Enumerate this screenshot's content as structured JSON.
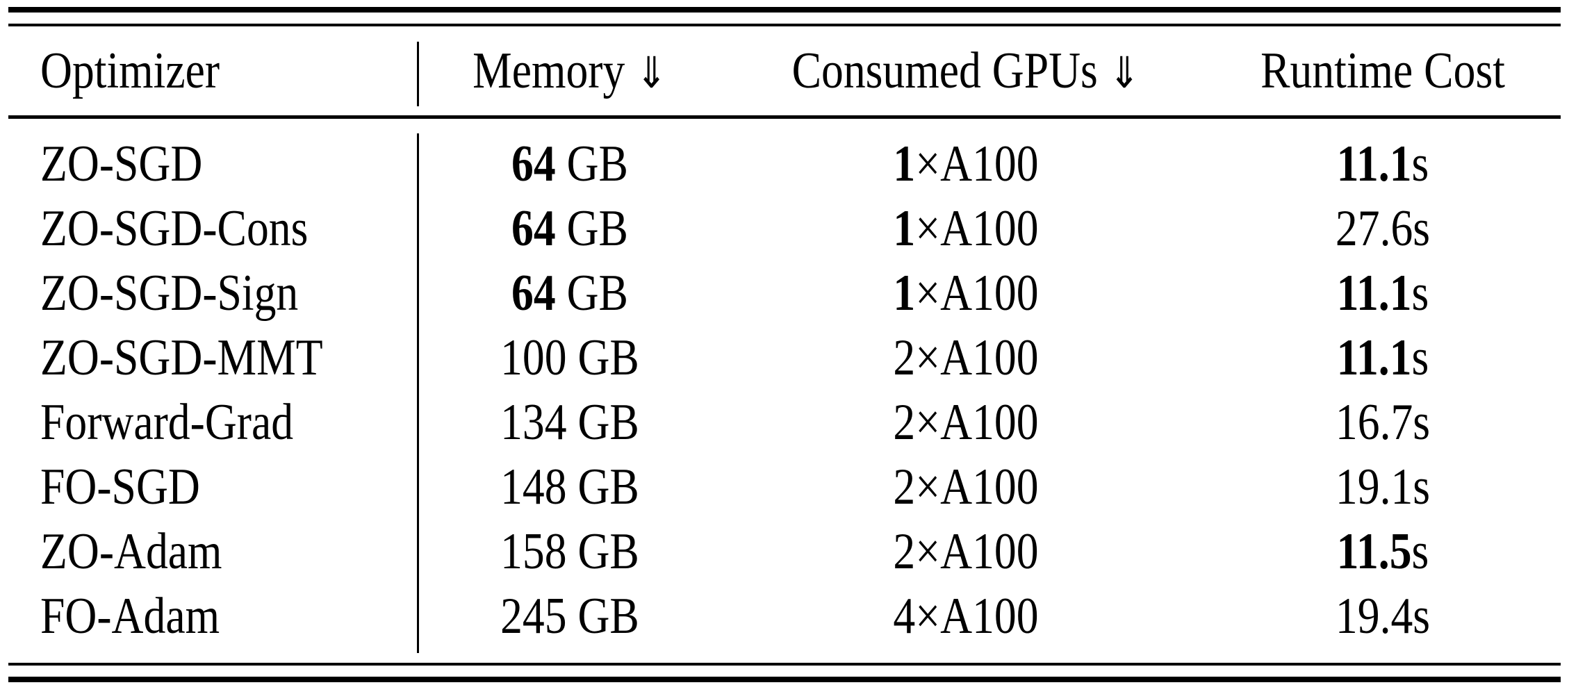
{
  "table": {
    "headers": [
      {
        "label": "Optimizer",
        "arrow": ""
      },
      {
        "label": "Memory",
        "arrow": "⇓"
      },
      {
        "label": "Consumed GPUs",
        "arrow": "⇓"
      },
      {
        "label": "Runtime Cost",
        "arrow": ""
      }
    ],
    "rows": [
      {
        "optimizer": "ZO-SGD",
        "mem_bold": "64",
        "mem_rest": " GB",
        "gpu_bold": "1",
        "gpu_rest": "×A100",
        "rt_bold": "11.1",
        "rt_rest": "s"
      },
      {
        "optimizer": "ZO-SGD-Cons",
        "mem_bold": "64",
        "mem_rest": " GB",
        "gpu_bold": "1",
        "gpu_rest": "×A100",
        "rt_bold": "",
        "rt_rest": "27.6s"
      },
      {
        "optimizer": "ZO-SGD-Sign",
        "mem_bold": "64",
        "mem_rest": " GB",
        "gpu_bold": "1",
        "gpu_rest": "×A100",
        "rt_bold": "11.1",
        "rt_rest": "s"
      },
      {
        "optimizer": "ZO-SGD-MMT",
        "mem_bold": "",
        "mem_rest": "100 GB",
        "gpu_bold": "",
        "gpu_rest": "2×A100",
        "rt_bold": "11.1",
        "rt_rest": "s"
      },
      {
        "optimizer": "Forward-Grad",
        "mem_bold": "",
        "mem_rest": "134 GB",
        "gpu_bold": "",
        "gpu_rest": "2×A100",
        "rt_bold": "",
        "rt_rest": "16.7s"
      },
      {
        "optimizer": "FO-SGD",
        "mem_bold": "",
        "mem_rest": "148 GB",
        "gpu_bold": "",
        "gpu_rest": "2×A100",
        "rt_bold": "",
        "rt_rest": "19.1s"
      },
      {
        "optimizer": "ZO-Adam",
        "mem_bold": "",
        "mem_rest": "158 GB",
        "gpu_bold": "",
        "gpu_rest": "2×A100",
        "rt_bold": "11.5",
        "rt_rest": "s"
      },
      {
        "optimizer": "FO-Adam",
        "mem_bold": "",
        "mem_rest": "245 GB",
        "gpu_bold": "",
        "gpu_rest": "4×A100",
        "rt_bold": "",
        "rt_rest": "19.4s"
      }
    ]
  }
}
